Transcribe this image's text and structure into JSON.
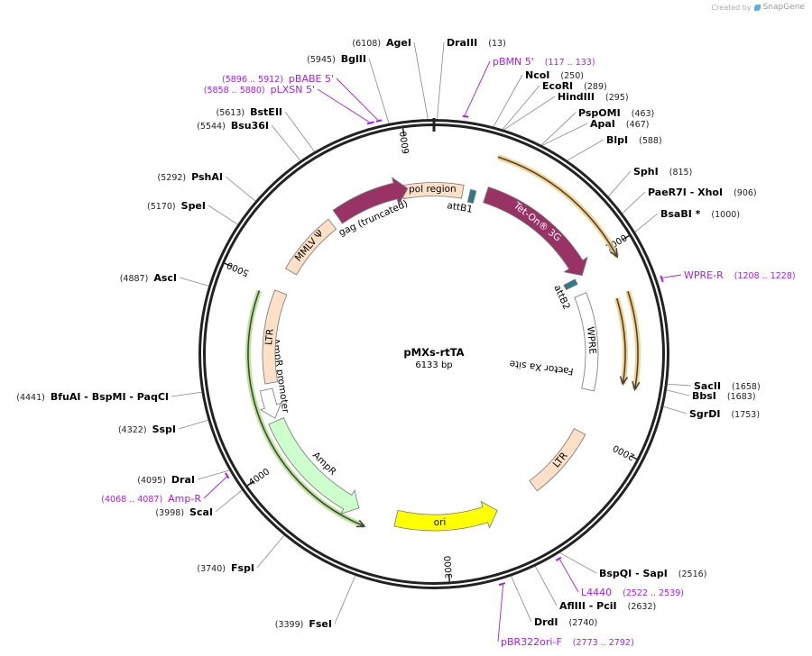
{
  "logo": {
    "prefix": "Created by",
    "brand": "SnapGene"
  },
  "plasmid": {
    "name": "pMXs-rtTA",
    "length_label": "6133 bp",
    "length_bp": 6133
  },
  "ticks": [
    "1000",
    "2000",
    "3000",
    "4000",
    "5000",
    "6000"
  ],
  "enzymes": [
    {
      "name": "AgeI",
      "pos": "6108",
      "bp": 6108
    },
    {
      "name": "BglII",
      "pos": "5945",
      "bp": 5945
    },
    {
      "name": "BstEII",
      "pos": "5613",
      "bp": 5613
    },
    {
      "name": "Bsu36I",
      "pos": "5544",
      "bp": 5544
    },
    {
      "name": "PshAI",
      "pos": "5292",
      "bp": 5292
    },
    {
      "name": "SpeI",
      "pos": "5170",
      "bp": 5170
    },
    {
      "name": "AscI",
      "pos": "4887",
      "bp": 4887
    },
    {
      "name": "BfuAI  - BspMI  - PaqCI",
      "pos": "4441",
      "bp": 4441
    },
    {
      "name": "SspI",
      "pos": "4322",
      "bp": 4322
    },
    {
      "name": "DraI",
      "pos": "4095",
      "bp": 4095
    },
    {
      "name": "ScaI",
      "pos": "3998",
      "bp": 3998
    },
    {
      "name": "FspI",
      "pos": "3740",
      "bp": 3740
    },
    {
      "name": "FseI",
      "pos": "3399",
      "bp": 3399
    },
    {
      "name": "DraIII",
      "pos": "13",
      "bp": 13
    },
    {
      "name": "NcoI",
      "pos": "250",
      "bp": 250
    },
    {
      "name": "EcoRI",
      "pos": "289",
      "bp": 289
    },
    {
      "name": "HindIII",
      "pos": "295",
      "bp": 295
    },
    {
      "name": "PspOMI",
      "pos": "463",
      "bp": 463
    },
    {
      "name": "ApaI",
      "pos": "467",
      "bp": 467
    },
    {
      "name": "BlpI",
      "pos": "588",
      "bp": 588
    },
    {
      "name": "SphI",
      "pos": "815",
      "bp": 815
    },
    {
      "name": "PaeR7I  - XhoI",
      "pos": "906",
      "bp": 906
    },
    {
      "name": "BsaBI  *",
      "pos": "1000",
      "bp": 1000
    },
    {
      "name": "SacII",
      "pos": "1658",
      "bp": 1658
    },
    {
      "name": "BbsI",
      "pos": "1683",
      "bp": 1683
    },
    {
      "name": "SgrDI",
      "pos": "1753",
      "bp": 1753
    },
    {
      "name": "BspQI  - SapI",
      "pos": "2516",
      "bp": 2516
    },
    {
      "name": "AflIII  - PciI",
      "pos": "2632",
      "bp": 2632
    },
    {
      "name": "DrdI",
      "pos": "2740",
      "bp": 2740
    }
  ],
  "primers": [
    {
      "name": "pBMN 5'",
      "range": "117 .. 133",
      "start": 117,
      "end": 133
    },
    {
      "name": "pBABE 5'",
      "range": "5896 .. 5912",
      "start": 5896,
      "end": 5912
    },
    {
      "name": "pLXSN 5'",
      "range": "5858 .. 5880",
      "start": 5858,
      "end": 5880
    },
    {
      "name": "WPRE-R",
      "range": "1208 .. 1228",
      "start": 1208,
      "end": 1228
    },
    {
      "name": "Amp-R",
      "range": "4068 .. 4087",
      "start": 4068,
      "end": 4087
    },
    {
      "name": "L4440",
      "range": "2522 .. 2539",
      "start": 2522,
      "end": 2539
    },
    {
      "name": "pBR322ori-F",
      "range": "2773 .. 2792",
      "start": 2773,
      "end": 2792
    }
  ],
  "features": [
    {
      "name": "pol region",
      "color": "#fde0c5"
    },
    {
      "name": "attB1",
      "color": "#2b7a8c"
    },
    {
      "name": "Tet-On® 3G",
      "color": "#993366"
    },
    {
      "name": "attB2",
      "color": "#2b7a8c"
    },
    {
      "name": "WPRE",
      "color": "#ffffff"
    },
    {
      "name": "Factor Xa site",
      "color": "#ffffff"
    },
    {
      "name": "LTR",
      "color": "#fde0c5"
    },
    {
      "name": "ori",
      "color": "#ffff00"
    },
    {
      "name": "AmpR",
      "color": "#ccffcc"
    },
    {
      "name": "AmpR promoter",
      "color": "#ffffff"
    },
    {
      "name": "LTR",
      "color": "#fde0c5"
    },
    {
      "name": "MMLV Ψ",
      "color": "#fde0c5"
    },
    {
      "name": "gag (truncated)",
      "color": "#993366"
    }
  ],
  "colors": {
    "primer": "#a020f0",
    "orf_orange": "#f6c56b",
    "orf_green": "#a8e07a",
    "backbone": "#222222"
  }
}
